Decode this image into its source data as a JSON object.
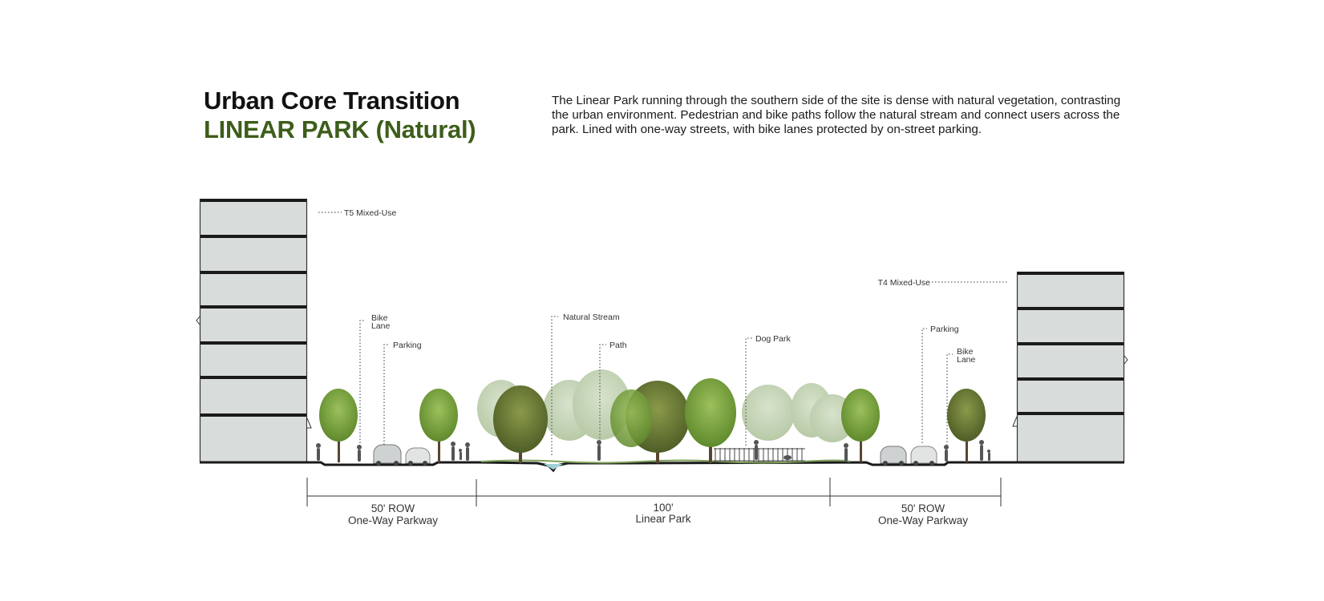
{
  "header": {
    "title": "Urban Core Transition",
    "subtitle": "LINEAR PARK (Natural)",
    "description": "The Linear Park running through the southern side of the site is dense with natural vegetation, contrasting the urban environment.  Pedestrian and bike paths follow the natural stream and connect users across the park.  Lined with one-way streets, with bike lanes protected by on-street parking."
  },
  "labels": {
    "left_building": "T5 Mixed-Use",
    "right_building": "T4 Mixed-Use",
    "bike_lane_left_1": "Bike",
    "bike_lane_left_2": "Lane",
    "parking_left": "Parking",
    "natural_stream": "Natural Stream",
    "path": "Path",
    "dog_park": "Dog Park",
    "parking_right": "Parking",
    "bike_lane_right_1": "Bike",
    "bike_lane_right_2": "Lane"
  },
  "dimensions": {
    "left_value": "50' ROW",
    "left_name": "One-Way Parkway",
    "center_value": "100'",
    "center_name": "Linear Park",
    "right_value": "50' ROW",
    "right_name": "One-Way Parkway"
  },
  "colors": {
    "title": "#111111",
    "subtitle_green": "#3d5e1a",
    "building_fill": "#d8dcdb",
    "floor_line": "#1a1a1a",
    "tree_dark": "#5e6e2e",
    "tree_light": "#a9c08a"
  }
}
